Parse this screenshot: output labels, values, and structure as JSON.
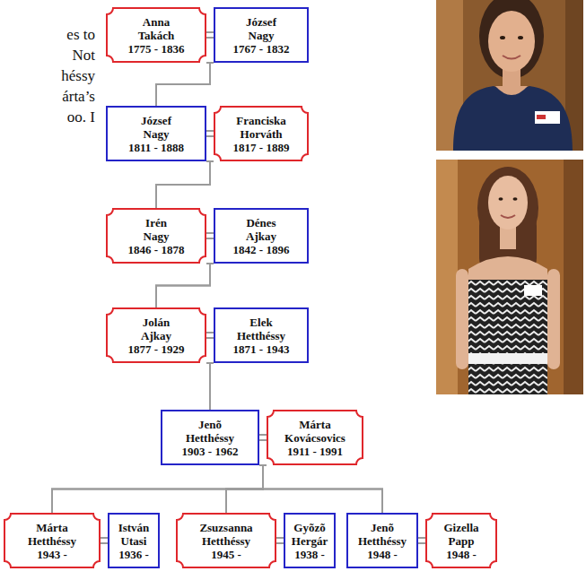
{
  "diagram": {
    "nodes": [
      {
        "text": [
          "Anna Takách",
          "1775 - 1836"
        ]
      },
      {
        "text": [
          "József Nagy",
          "1767 - 1832"
        ]
      },
      {
        "text": [
          "József Nagy",
          "1811 - 1888"
        ]
      },
      {
        "text": [
          "Franciska Horváth",
          "1817 - 1889"
        ]
      },
      {
        "text": [
          "Irén Nagy",
          "1846 - 1878"
        ]
      },
      {
        "text": [
          "Dénes Ajkay",
          "1842 - 1896"
        ]
      },
      {
        "text": [
          "Jolán Ajkay",
          "1877 - 1929"
        ]
      },
      {
        "text": [
          "Elek Hetthéssy",
          "1871 - 1943"
        ]
      },
      {
        "text": [
          "Jenõ Hetthéssy",
          "1903 - 1962"
        ]
      },
      {
        "text": [
          "Márta Kovácsovics",
          "1911 - 1991"
        ]
      },
      {
        "text": [
          "Márta Hetthéssy",
          "1943 -"
        ]
      },
      {
        "text": [
          "István Utasi",
          "1936 -"
        ]
      },
      {
        "text": [
          "Zsuzsanna Hetthéssy",
          "1945 -"
        ]
      },
      {
        "text": [
          "Gyõzõ Hergár",
          "1938 -"
        ]
      },
      {
        "text": [
          "Jenõ Hetthéssy",
          "1948 -"
        ]
      },
      {
        "text": [
          "Gizella Papp",
          "1948 -"
        ]
      }
    ],
    "edges": [
      {
        "from": 0,
        "to": 1,
        "arrow": "none"
      },
      {
        "from": 0,
        "to": 2,
        "arrow": "none"
      },
      {
        "from": 1,
        "to": 2,
        "arrow": "none"
      },
      {
        "from": 2,
        "to": 3,
        "arrow": "none"
      },
      {
        "from": 2,
        "to": 4,
        "arrow": "none"
      },
      {
        "from": 3,
        "to": 4,
        "arrow": "none"
      },
      {
        "from": 4,
        "to": 5,
        "arrow": "none"
      },
      {
        "from": 4,
        "to": 6,
        "arrow": "none"
      },
      {
        "from": 5,
        "to": 6,
        "arrow": "none"
      },
      {
        "from": 6,
        "to": 7,
        "arrow": "none"
      },
      {
        "from": 6,
        "to": 8,
        "arrow": "none"
      },
      {
        "from": 7,
        "to": 8,
        "arrow": "none"
      },
      {
        "from": 8,
        "to": 9,
        "arrow": "none"
      },
      {
        "from": 8,
        "to": 10,
        "arrow": "none"
      },
      {
        "from": 9,
        "to": 10,
        "arrow": "none"
      },
      {
        "from": 8,
        "to": 12,
        "arrow": "none"
      },
      {
        "from": 9,
        "to": 12,
        "arrow": "none"
      },
      {
        "from": 8,
        "to": 14,
        "arrow": "none"
      },
      {
        "from": 9,
        "to": 14,
        "arrow": "none"
      },
      {
        "from": 10,
        "to": 11,
        "arrow": "none"
      },
      {
        "from": 12,
        "to": 13,
        "arrow": "none"
      },
      {
        "from": 14,
        "to": 15,
        "arrow": "none"
      }
    ],
    "labels": [
      "es to",
      "Not",
      "héssy",
      "árta’s",
      "oo. I"
    ]
  }
}
